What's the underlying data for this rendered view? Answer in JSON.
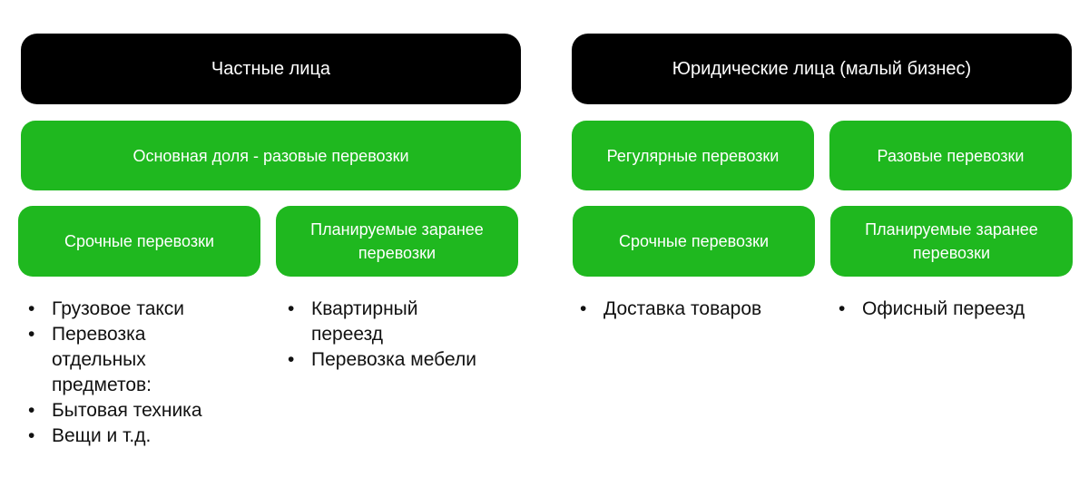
{
  "left": {
    "header": "Частные лица",
    "main": "Основная доля - разовые перевозки",
    "sub_urgent": "Срочные перевозки",
    "sub_planned": "Планируемые заранее перевозки",
    "urgent_items": [
      "Грузовое такси",
      "Перевозка отдельных предметов:",
      "Бытовая техника",
      "Вещи и т.д."
    ],
    "planned_items": [
      "Квартирный переезд",
      "Перевозка мебели"
    ]
  },
  "right": {
    "header": "Юридические лица (малый бизнес)",
    "regular": "Регулярные перевозки",
    "oneoff": "Разовые перевозки",
    "sub_urgent": "Срочные перевозки",
    "sub_planned": "Планируемые заранее перевозки",
    "urgent_items": [
      "Доставка товаров"
    ],
    "planned_items": [
      "Офисный переезд"
    ]
  },
  "bullet": "•",
  "colors": {
    "header_bg": "#000000",
    "box_bg": "#1fb81f",
    "box_text": "#ffffff"
  }
}
